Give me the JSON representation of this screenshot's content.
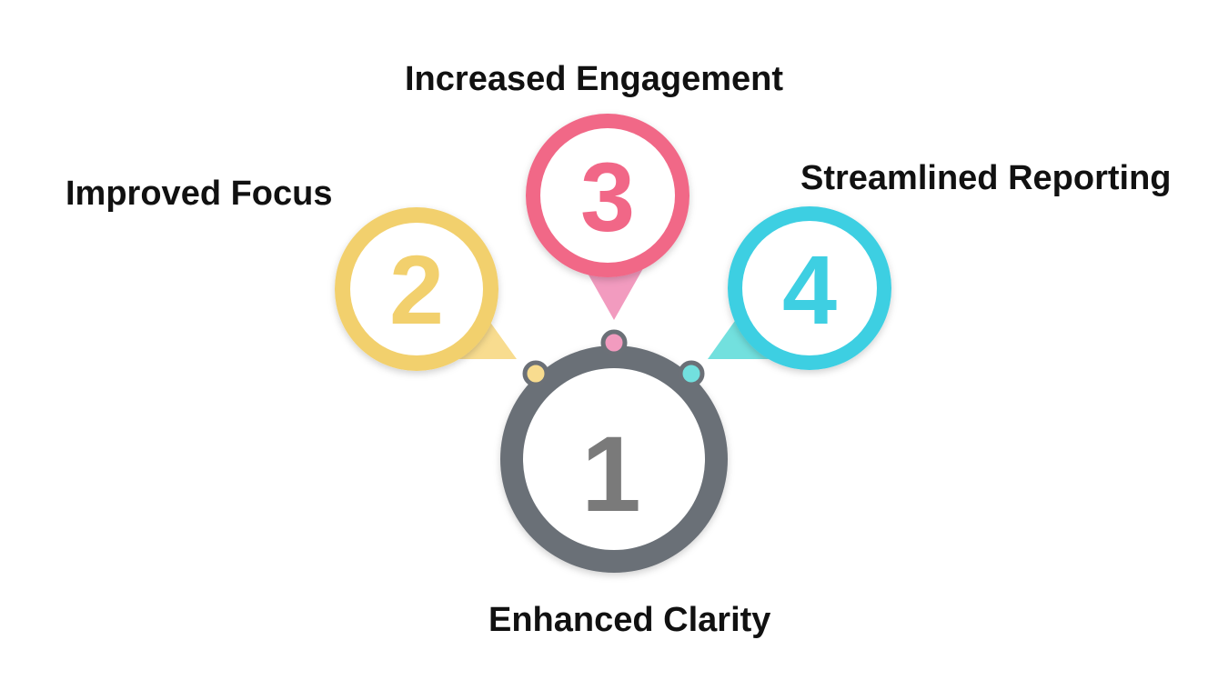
{
  "colors": {
    "step1": "#6b7077",
    "step2": "#f2d06d",
    "step3": "#f16787",
    "step4": "#3ecfe2",
    "step2_pointer": "#f8dc8f",
    "step3_pointer": "#f29bbf",
    "step4_pointer": "#72e0de",
    "number1": "#7a7a7a",
    "label_text": "#111111"
  },
  "steps": [
    {
      "number": "1",
      "label": "Enhanced Clarity"
    },
    {
      "number": "2",
      "label": "Improved Focus"
    },
    {
      "number": "3",
      "label": "Increased Engagement"
    },
    {
      "number": "4",
      "label": "Streamlined Reporting"
    }
  ]
}
